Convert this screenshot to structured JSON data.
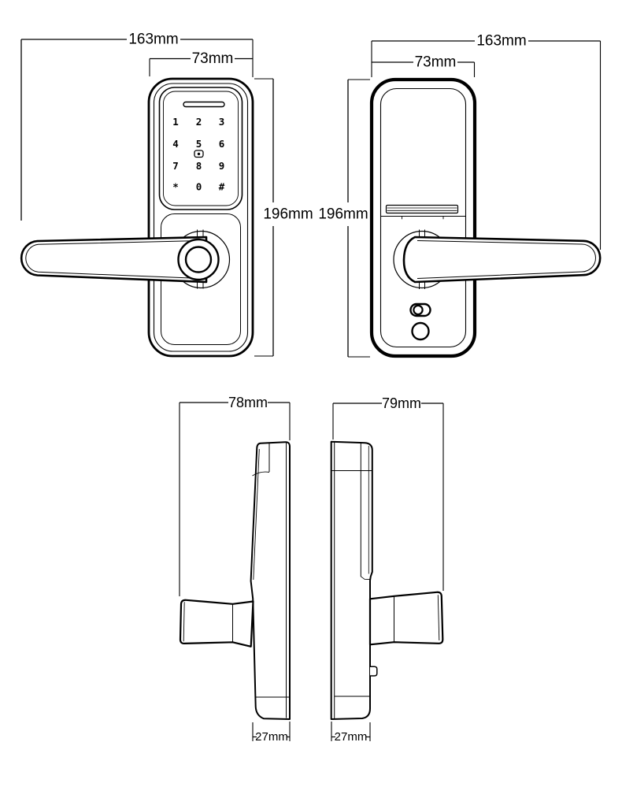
{
  "colors": {
    "background": "#ffffff",
    "line": "#000000"
  },
  "front_view": {
    "width_total": "163mm",
    "body_width": "73mm",
    "height": "196mm",
    "keypad_keys": [
      "1",
      "2",
      "3",
      "4",
      "5",
      "6",
      "7",
      "8",
      "9",
      "*",
      "0",
      "#"
    ],
    "keypad_icon": "doorbell-icon"
  },
  "back_view": {
    "width_total": "163mm",
    "body_width": "73mm",
    "height": "196mm"
  },
  "left_side_view": {
    "depth_total": "78mm",
    "body_depth": "27mm"
  },
  "right_side_view": {
    "depth_total": "79mm",
    "body_depth": "27mm"
  }
}
